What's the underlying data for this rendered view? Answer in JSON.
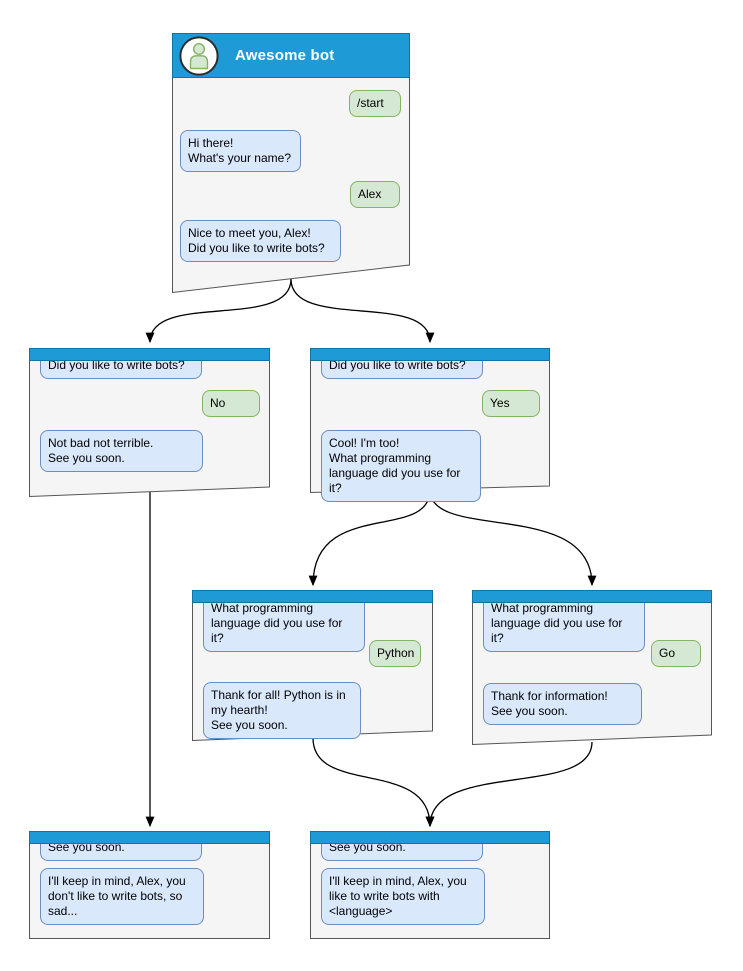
{
  "windows": {
    "main": {
      "title": "Awesome bot",
      "messages": [
        {
          "from": "user",
          "text": "/start"
        },
        {
          "from": "bot",
          "text": "Hi there!\nWhat's your name?"
        },
        {
          "from": "user",
          "text": "Alex"
        },
        {
          "from": "bot",
          "text": "Nice to meet you, Alex!\nDid you like to write bots?"
        }
      ]
    },
    "branch_no": {
      "messages": [
        {
          "from": "bot",
          "text": "Did you like to write bots?"
        },
        {
          "from": "user",
          "text": "No"
        },
        {
          "from": "bot",
          "text": "Not bad not terrible.\nSee you soon."
        }
      ]
    },
    "branch_yes": {
      "messages": [
        {
          "from": "bot",
          "text": "Did you like to write bots?"
        },
        {
          "from": "user",
          "text": "Yes"
        },
        {
          "from": "bot",
          "text": "Cool! I'm too!\nWhat programming\nlanguage did you use for it?"
        }
      ]
    },
    "branch_python": {
      "messages": [
        {
          "from": "bot",
          "text": "What programming\nlanguage did you use for it?"
        },
        {
          "from": "user",
          "text": "Python"
        },
        {
          "from": "bot",
          "text": "Thank for all! Python is in\nmy hearth!\nSee you soon."
        }
      ]
    },
    "branch_go": {
      "messages": [
        {
          "from": "bot",
          "text": "What programming\nlanguage did you use for it?"
        },
        {
          "from": "user",
          "text": "Go"
        },
        {
          "from": "bot",
          "text": "Thank for information!\nSee you soon."
        }
      ]
    },
    "end_no": {
      "messages": [
        {
          "from": "bot",
          "text": "See you soon."
        },
        {
          "from": "bot",
          "text": "I'll keep in mind, Alex, you\ndon't like to write bots, so\nsad..."
        }
      ]
    },
    "end_yes": {
      "messages": [
        {
          "from": "bot",
          "text": "See you soon."
        },
        {
          "from": "bot",
          "text": "I'll keep in mind, Alex, you\nlike to write bots with\n<language>"
        }
      ]
    }
  },
  "colors": {
    "canvas_bg": "#ffffff",
    "header": "#1e9bd7",
    "window_bg": "#f5f5f5",
    "window_border": "#565656",
    "bot_bubble_bg": "#dae8fc",
    "bot_bubble_border": "#6c8ebf",
    "user_bubble_bg": "#d5e8d4",
    "user_bubble_border": "#82b366",
    "arrow": "#000000",
    "text": "#000000"
  }
}
